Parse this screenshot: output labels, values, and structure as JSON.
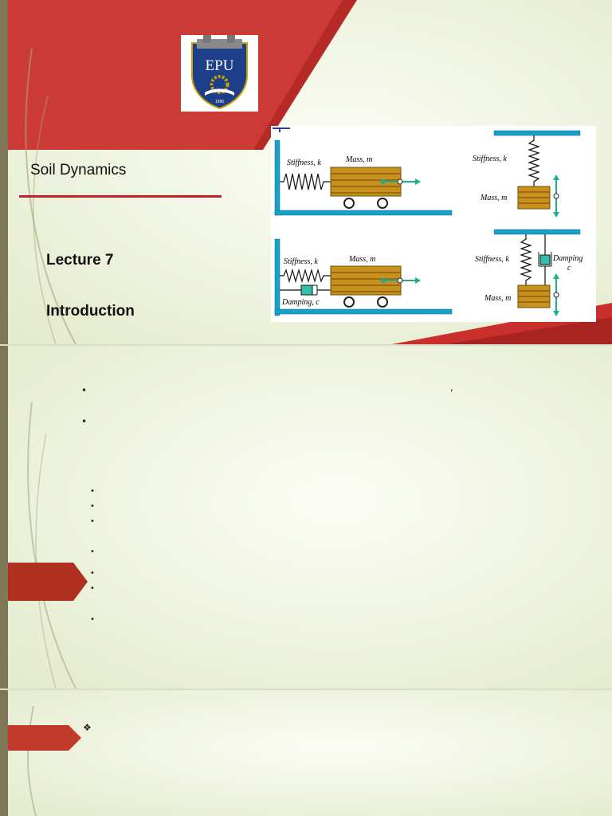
{
  "slide1": {
    "course_title": "Soil Dynamics",
    "lecture": "Lecture 7",
    "section": "Introduction",
    "logo": {
      "text": "EPU",
      "year": "1996",
      "icon": "university-shield-logo"
    },
    "figure": {
      "panels": [
        {
          "stiffness": "Stiffness, k",
          "mass": "Mass, m"
        },
        {
          "stiffness": "Stiffness, k",
          "mass": "Mass, m"
        },
        {
          "stiffness": "Stiffness, k",
          "mass": "Mass, m",
          "damping": "Damping, c"
        },
        {
          "stiffness": "Stiffness, k",
          "mass": "Mass, m",
          "damping": "Damping",
          "damping_sym": "c"
        }
      ]
    },
    "colors": {
      "accent_red": "#c9302c",
      "bar": "#7d7757",
      "beam": "#1aa0c8",
      "mass": "#c8901c"
    }
  },
  "slide2": {
    "bullets": [
      "•",
      "•",
      "•",
      "•",
      "•",
      "•",
      "•",
      "•",
      "•"
    ],
    "comma": ","
  },
  "slide3": {
    "bullet": "❖"
  }
}
